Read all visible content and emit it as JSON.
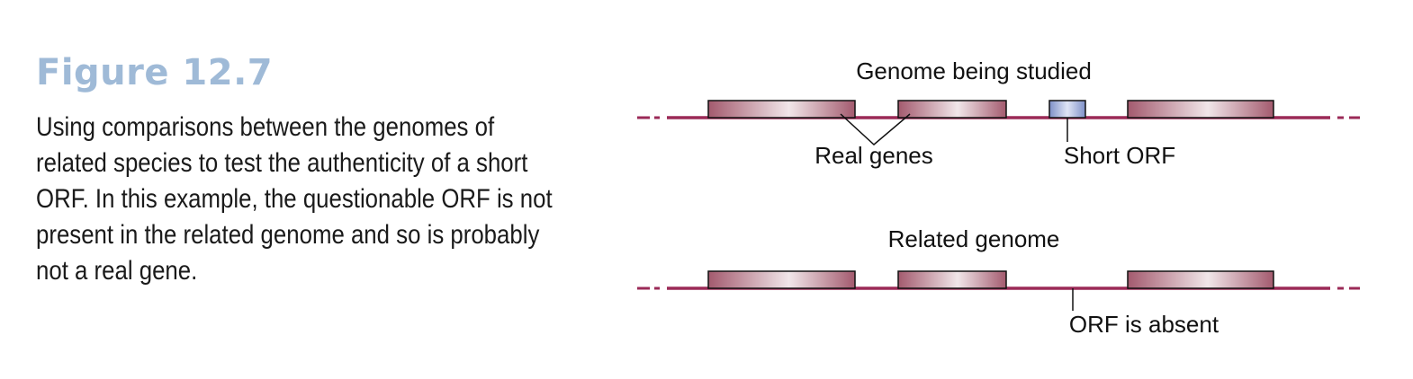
{
  "figure": {
    "title": "Figure 12.7",
    "caption_lines": [
      "Using comparisons between the genomes of",
      "related species to test the authenticity of a short",
      "ORF. In this example, the questionable ORF is not",
      "present in the related genome and so is probably",
      "not a real gene."
    ]
  },
  "diagram": {
    "top_genome_label": "Genome being studied",
    "real_genes_label": "Real genes",
    "short_orf_label": "Short ORF",
    "bottom_genome_label": "Related genome",
    "orf_absent_label": "ORF is absent"
  },
  "colors": {
    "title": "#9fbad7",
    "dna_line": "#9b2a57",
    "gene_dark": "#a35a6e",
    "gene_light": "#f1e6e9",
    "orf_dark": "#7e90c8",
    "orf_light": "#dfe5f5"
  }
}
